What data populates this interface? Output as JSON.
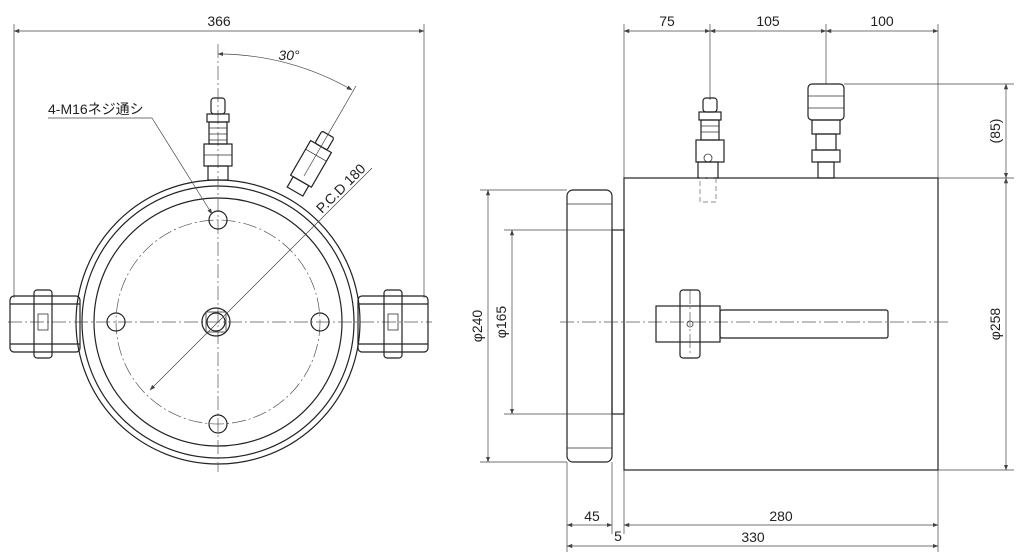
{
  "drawing": {
    "front_view": {
      "overall_width": "366",
      "angle": "30°",
      "pcd": "P.C.D 180",
      "holes_note": "4-M16ネジ通シ"
    },
    "side_view": {
      "seg_1": "75",
      "seg_2": "105",
      "seg_3": "100",
      "height_85": "(85)",
      "dia_240": "φ240",
      "dia_165": "φ165",
      "dia_258": "φ258",
      "flange_45": "45",
      "gap_5": "5",
      "body_280": "280",
      "total_330": "330"
    }
  }
}
